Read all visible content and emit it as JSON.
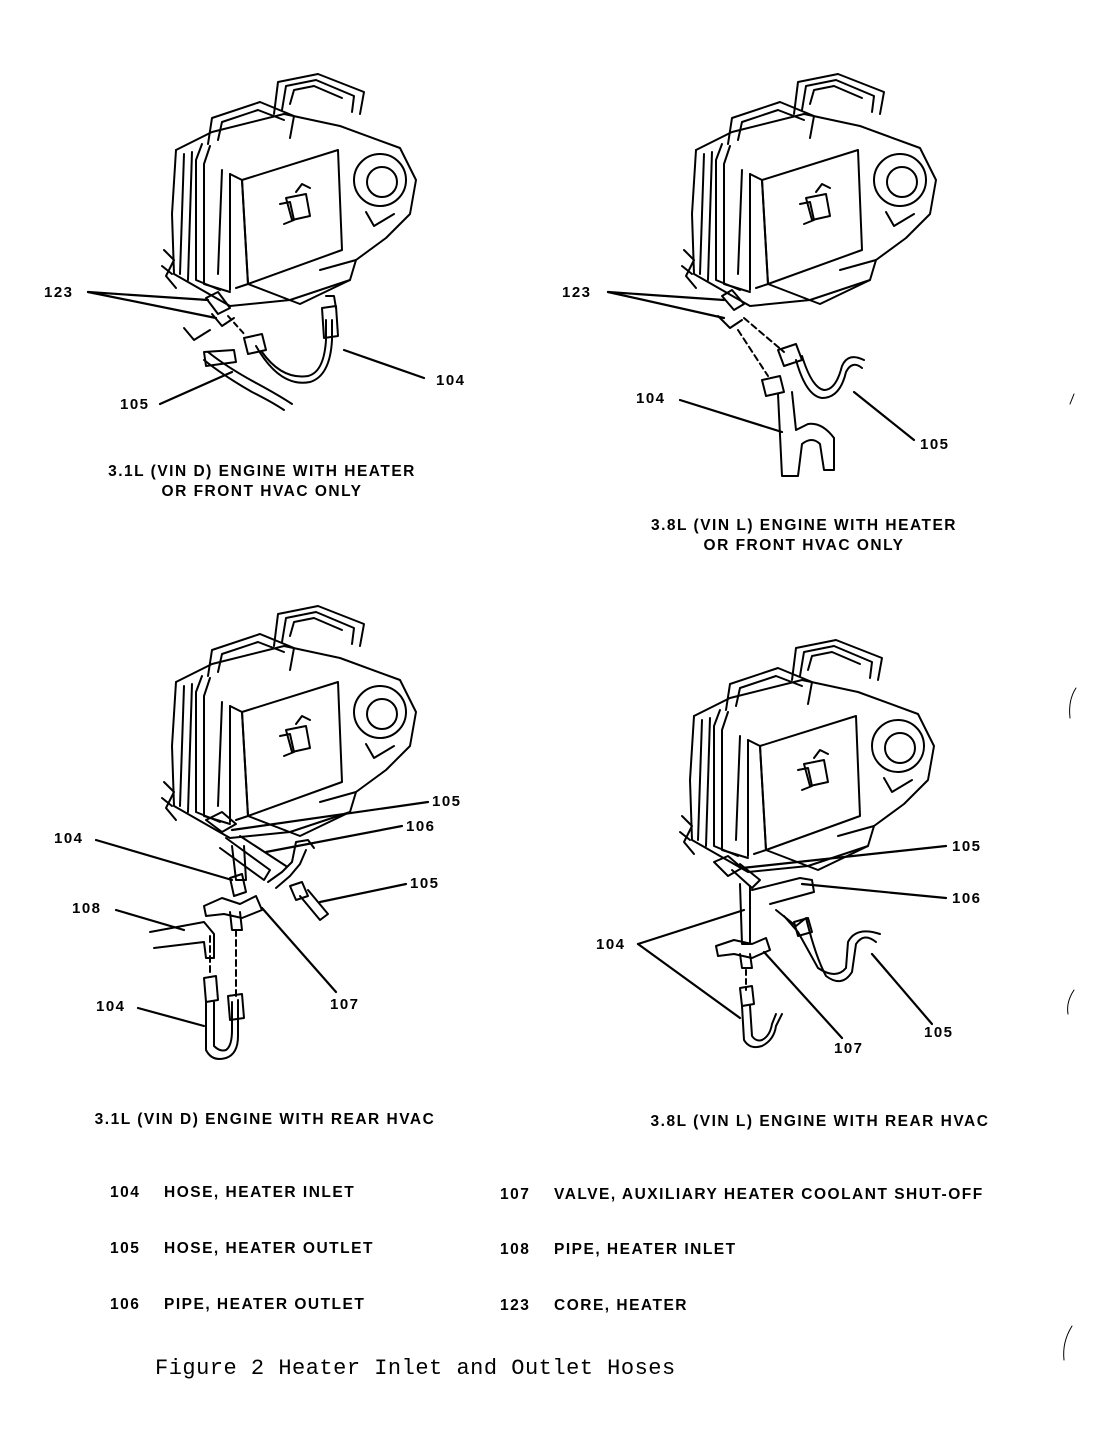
{
  "diagrams": [
    {
      "caption": [
        "3.1L (VIN D) ENGINE WITH HEATER",
        "OR FRONT HVAC ONLY"
      ],
      "callouts": [
        "123",
        "105",
        "104"
      ]
    },
    {
      "caption": [
        "3.8L (VIN L) ENGINE WITH HEATER",
        "OR FRONT HVAC ONLY"
      ],
      "callouts": [
        "123",
        "104",
        "105"
      ]
    },
    {
      "caption": [
        "3.1L (VIN D) ENGINE WITH REAR HVAC"
      ],
      "callouts": [
        "105",
        "106",
        "104",
        "105",
        "108",
        "104",
        "107"
      ]
    },
    {
      "caption": [
        "3.8L (VIN L) ENGINE WITH REAR HVAC"
      ],
      "callouts": [
        "105",
        "106",
        "104",
        "107",
        "105"
      ]
    }
  ],
  "legend": [
    {
      "number": "104",
      "description": "HOSE, HEATER INLET"
    },
    {
      "number": "105",
      "description": "HOSE, HEATER OUTLET"
    },
    {
      "number": "106",
      "description": "PIPE, HEATER OUTLET"
    },
    {
      "number": "107",
      "description": "VALVE, AUXILIARY HEATER COOLANT SHUT-OFF"
    },
    {
      "number": "108",
      "description": "PIPE, HEATER INLET"
    },
    {
      "number": "123",
      "description": "CORE, HEATER"
    }
  ],
  "figure_title": "Figure 2 Heater Inlet and Outlet Hoses"
}
